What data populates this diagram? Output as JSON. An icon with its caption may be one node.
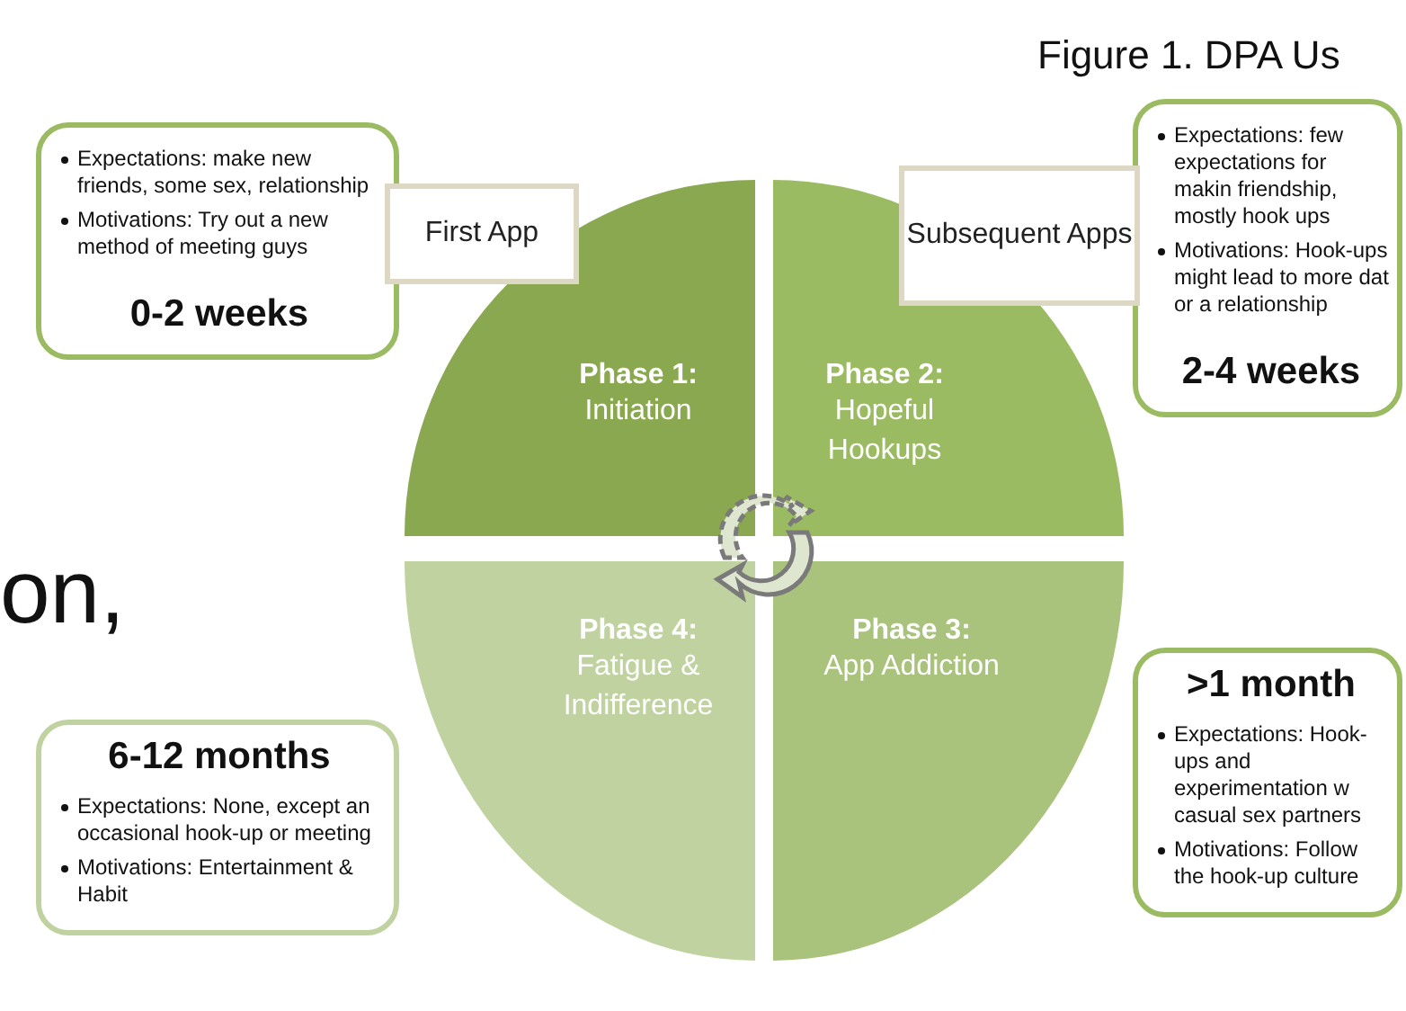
{
  "diagram": {
    "title": "Figure 1. DPA Us",
    "nodes": [
      {
        "text": [
          "Expectations: make new friends, some sex, relationship",
          "Motivations: Try out a new method of meeting guys",
          "0-2 weeks"
        ]
      },
      {
        "text": [
          "First App"
        ]
      },
      {
        "text": [
          "Phase 1:",
          "Initiation"
        ]
      },
      {
        "text": [
          "Subsequent Apps"
        ]
      },
      {
        "text": [
          "Phase 2:",
          "Hopeful Hookups"
        ]
      },
      {
        "text": [
          "Expectations: few expectations for makin friendship, mostly hook ups",
          "Motivations: Hook-ups might lead to more dat or a relationship",
          "2-4 weeks"
        ]
      },
      {
        "text": [
          "Phase 4:",
          "Fatigue & Indifference"
        ]
      },
      {
        "text": [
          "Phase 3:",
          "App Addiction"
        ]
      },
      {
        "text": [
          "6-12 months",
          "Expectations: None, except an occasional hook-up or meeting",
          "Motivations: Entertainment & Habit"
        ]
      },
      {
        "text": [
          ">1 month",
          "Expectations: Hook-ups and experimentation w casual sex partners",
          "Motivations: Follow the hook-up culture"
        ]
      }
    ],
    "labels": [
      "on,"
    ]
  }
}
